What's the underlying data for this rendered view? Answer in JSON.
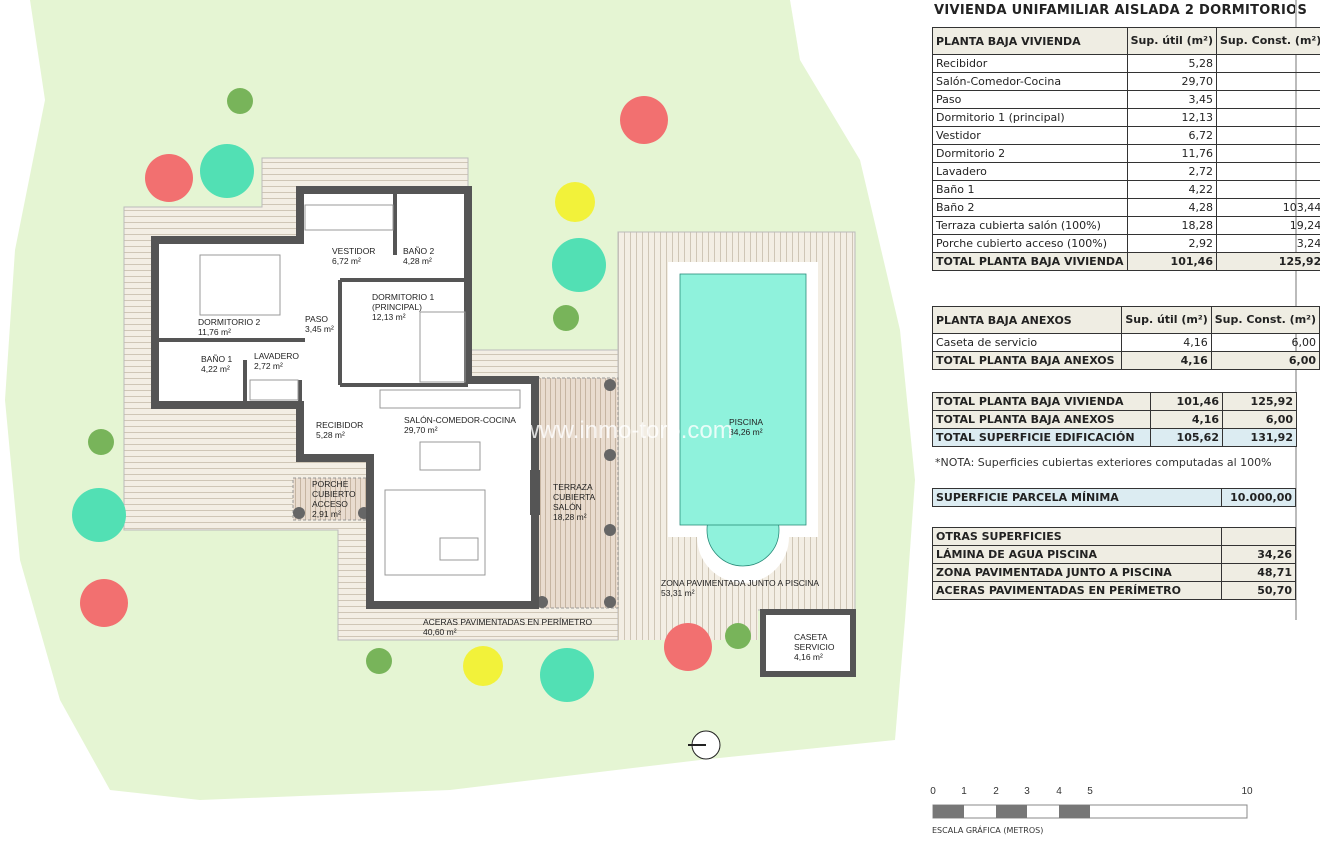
{
  "title": "VIVIENDA UNIFAMILIAR AISLADA 2 DORMITORIOS",
  "table_vivienda": {
    "header": [
      "PLANTA BAJA VIVIENDA",
      "Sup. útil (m²)",
      "Sup. Const. (m²)"
    ],
    "rows": [
      [
        "Recibidor",
        "5,28",
        ""
      ],
      [
        "Salón-Comedor-Cocina",
        "29,70",
        ""
      ],
      [
        "Paso",
        "3,45",
        ""
      ],
      [
        "Dormitorio 1 (principal)",
        "12,13",
        ""
      ],
      [
        "Vestidor",
        "6,72",
        ""
      ],
      [
        "Dormitorio 2",
        "11,76",
        ""
      ],
      [
        "Lavadero",
        "2,72",
        ""
      ],
      [
        "Baño 1",
        "4,22",
        ""
      ],
      [
        "Baño 2",
        "4,28",
        "103,44"
      ],
      [
        "Terraza cubierta salón (100%)",
        "18,28",
        "19,24"
      ],
      [
        "Porche cubierto acceso (100%)",
        "2,92",
        "3,24"
      ]
    ],
    "total": [
      "TOTAL PLANTA BAJA VIVIENDA",
      "101,46",
      "125,92"
    ]
  },
  "table_anexos": {
    "header": [
      "PLANTA BAJA ANEXOS",
      "Sup. útil (m²)",
      "Sup. Const. (m²)"
    ],
    "rows": [
      [
        "Caseta de servicio",
        "4,16",
        "6,00"
      ]
    ],
    "total": [
      "TOTAL PLANTA BAJA ANEXOS",
      "4,16",
      "6,00"
    ]
  },
  "table_totales": {
    "rows": [
      [
        "TOTAL PLANTA BAJA VIVIENDA",
        "101,46",
        "125,92"
      ],
      [
        "TOTAL PLANTA BAJA ANEXOS",
        "4,16",
        "6,00"
      ],
      [
        "TOTAL SUPERFICIE EDIFICACIÓN",
        "105,62",
        "131,92"
      ]
    ]
  },
  "note": "*NOTA: Superficies cubiertas exteriores computadas al 100%",
  "parcela": [
    "SUPERFICIE PARCELA MÍNIMA",
    "10.000,00"
  ],
  "otras": {
    "header": "OTRAS SUPERFICIES",
    "rows": [
      [
        "LÁMINA DE AGUA PISCINA",
        "34,26"
      ],
      [
        "ZONA PAVIMENTADA JUNTO A PISCINA",
        "48,71"
      ],
      [
        "ACERAS PAVIMENTADAS EN PERÍMETRO",
        "50,70"
      ]
    ]
  },
  "plan": {
    "vestidor": [
      "VESTIDOR",
      "6,72 m²"
    ],
    "bano2": [
      "BAÑO 2",
      "4,28 m²"
    ],
    "dorm1": [
      "DORMITORIO 1",
      "(PRINCIPAL)",
      "12,13 m²"
    ],
    "dorm2": [
      "DORMITORIO 2",
      "11,76 m²"
    ],
    "paso": [
      "PASO",
      "3,45 m²"
    ],
    "bano1": [
      "BAÑO 1",
      "4,22 m²"
    ],
    "lavadero": [
      "LAVADERO",
      "2,72 m²"
    ],
    "recibidor": [
      "RECIBIDOR",
      "5,28 m²"
    ],
    "salon": [
      "SALÓN-COMEDOR-COCINA",
      "29,70 m²"
    ],
    "porche": [
      "PORCHE",
      "CUBIERTO",
      "ACCESO",
      "2,91 m²"
    ],
    "terraza": [
      "TERRAZA",
      "CUBIERTA",
      "SALÓN",
      "18,28 m²"
    ],
    "piscina": [
      "PISCINA",
      "34,26 m²"
    ],
    "zona": [
      "ZONA PAVIMENTADA JUNTO A PISCINA",
      "53,31 m²"
    ],
    "aceras": [
      "ACERAS PAVIMENTADAS EN PERÍMETRO",
      "40,60 m²"
    ],
    "caseta": [
      "CASETA",
      "SERVICIO",
      "4,16 m²"
    ],
    "watermark": "www.inmo-toro.com"
  },
  "scale": {
    "ticks": [
      "0",
      "1",
      "2",
      "3",
      "4",
      "5",
      "10"
    ],
    "label": "ESCALA GRÁFICA (METROS)"
  },
  "colors": {
    "garden": "#e5f5d3",
    "deck": "#efe9dd",
    "wall": "#555555",
    "water": "#8ff2dc",
    "header": "#efede3",
    "highlight": "#dcecf2"
  }
}
